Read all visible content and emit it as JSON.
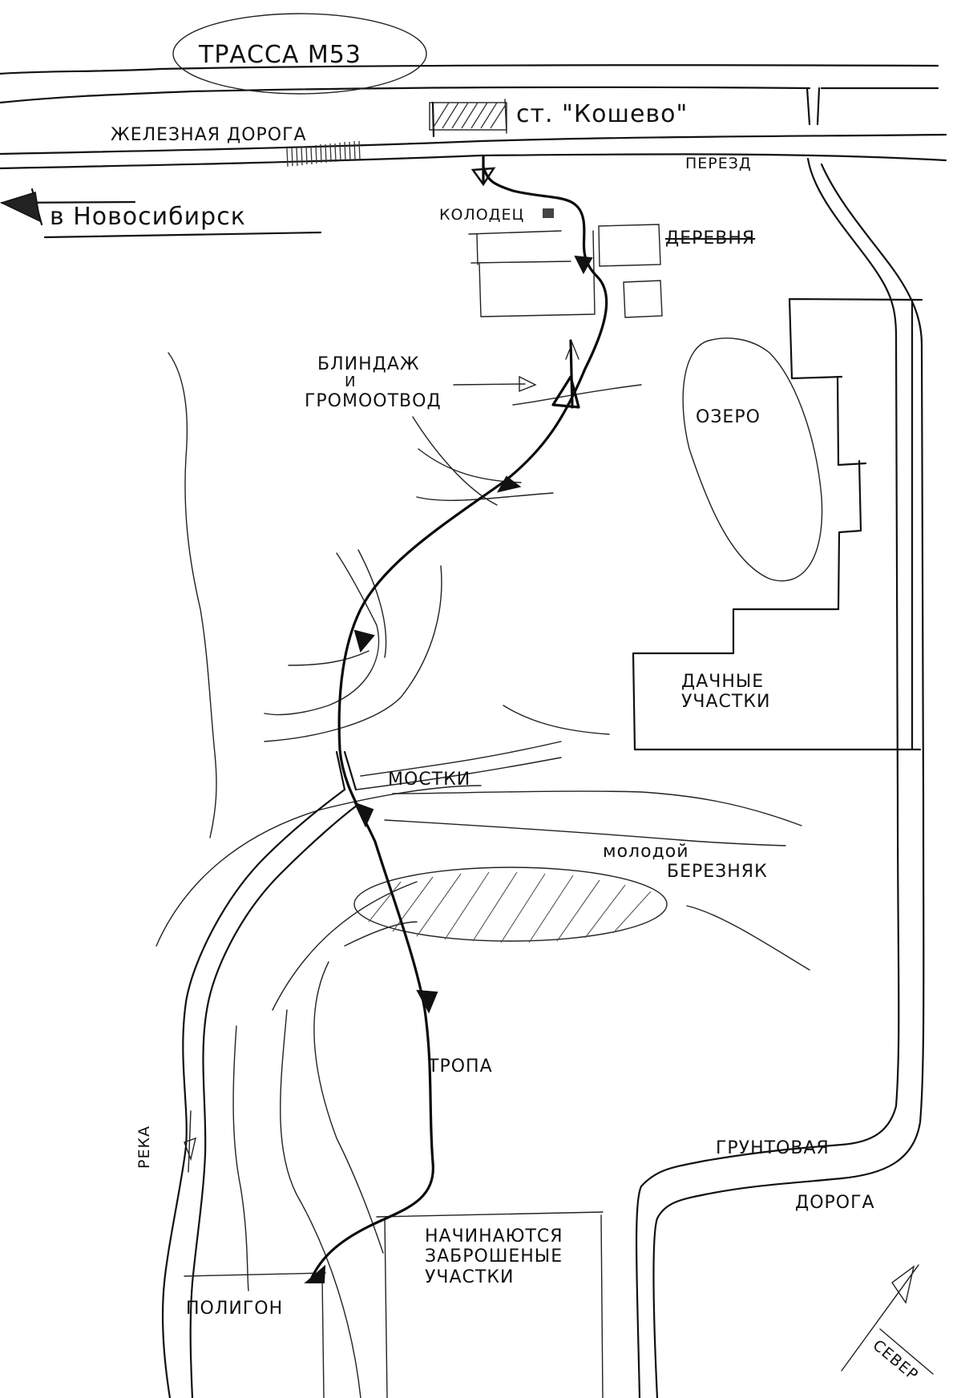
{
  "map": {
    "title": "Hand-drawn route map",
    "ink_color": "#111111",
    "paper_color": "#ffffff",
    "labels": {
      "highway": "трасса М53",
      "railway": "железная дорога",
      "station": "ст. \"Кошево\"",
      "crossing": "перезд",
      "to_city": "в Новосибирск",
      "well": "колодец",
      "village": "деревня",
      "dugouts_line1": "блиндаж",
      "dugouts_line2": "и",
      "dugouts_line3": "громоотвод",
      "lake": "озеро",
      "dachas_line1": "дачные",
      "dachas_line2": "участки",
      "bridge": "мостки",
      "birch_line1": "молодой",
      "birch_line2": "березняк",
      "path": "тропа",
      "river": "река",
      "dirt_road_line1": "грунтовая",
      "dirt_road_line2": "дорога",
      "abandoned_line1": "начинаются",
      "abandoned_line2": "заброшеные",
      "abandoned_line3": "участки",
      "polygon": "полигон",
      "north": "север"
    },
    "icons": {
      "start": "start-marker-icon",
      "route_arrows": "route-arrow-icon",
      "north_arrow": "north-arrow-icon",
      "direction_flag": "direction-flag-icon",
      "river_flow": "river-flow-arrow-icon",
      "lightning_rod": "lightning-rod-icon"
    }
  }
}
